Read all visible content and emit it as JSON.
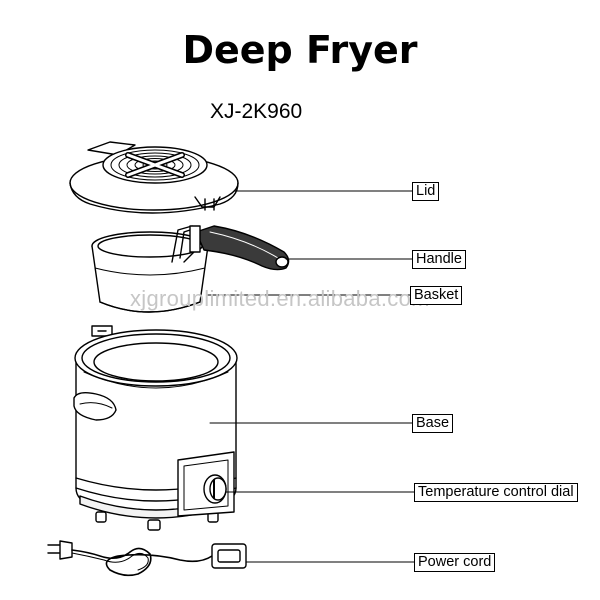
{
  "page": {
    "title": "Deep Fryer",
    "model": "XJ-2K960",
    "watermark": "xjgrouplimited.en.alibaba.com"
  },
  "callouts": [
    {
      "id": "lid",
      "label": "Lid"
    },
    {
      "id": "handle",
      "label": "Handle"
    },
    {
      "id": "basket",
      "label": "Basket"
    },
    {
      "id": "base",
      "label": "Base"
    },
    {
      "id": "dial",
      "label": "Temperature control dial"
    },
    {
      "id": "cord",
      "label": "Power cord"
    }
  ],
  "colors": {
    "line": "#000000",
    "fill": "#ffffff",
    "handle": "#3a3a3a",
    "base_band": "#f3f3f3"
  }
}
